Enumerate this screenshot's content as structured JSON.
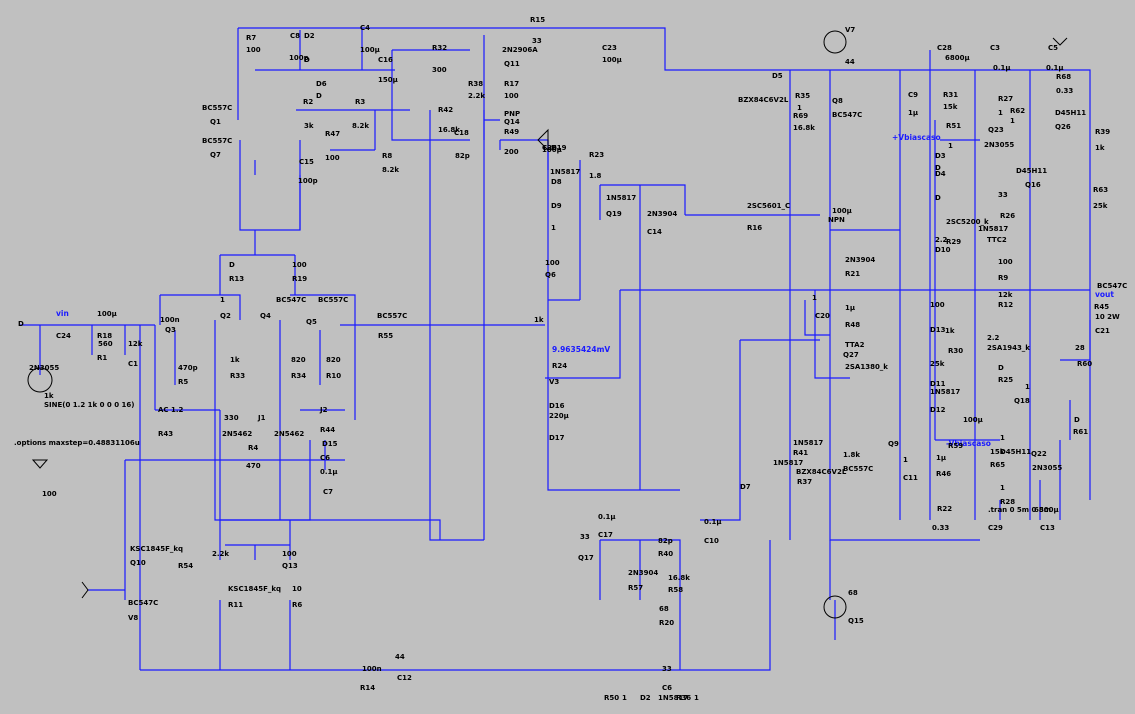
{
  "colors": {
    "background": "#c0c0c0",
    "wire": "#1a1aff",
    "part": "#000000",
    "netlabel": "#1a1aff"
  },
  "labels": [
    "R7",
    "100",
    "C8",
    "100p",
    "D2",
    "D",
    "D6",
    "D",
    "C4",
    "100µ",
    "C16",
    "150µ",
    "R32",
    "300",
    "R15",
    "33",
    "2N2906A",
    "Q11",
    "C23",
    "100µ",
    "V7",
    "44",
    "C28",
    "6800µ",
    "C3",
    "0.1µ",
    "C5",
    "0.1µ",
    "BC557C",
    "Q1",
    "R2",
    "3k",
    "R3",
    "8.2k",
    "R38",
    "2.2k",
    "R17",
    "100",
    "D5",
    "BZX84C6V2L",
    "R35",
    "1",
    "Q8",
    "BC547C",
    "C9",
    "1µ",
    "R31",
    "15k",
    "R27",
    "1",
    "R68",
    "0.33",
    "R62",
    "1",
    "D45H11",
    "Q26",
    "R42",
    "16.8k",
    "C18",
    "82p",
    "PNP",
    "Q14",
    "R49",
    "200",
    "R69",
    "16.8k",
    "+Vbiascaso",
    "R51",
    "1",
    "Q23",
    "2N3055",
    "R39",
    "1k",
    "BC557C",
    "Q7",
    "R47",
    "100",
    "R8",
    "8.2k",
    "C15",
    "100p",
    "D19",
    "1N5817",
    "R23",
    "1.8",
    "D3",
    "D",
    "D4",
    "D",
    "D45H11",
    "Q16",
    "R63",
    "25k",
    "D8",
    "D9",
    "1N5817",
    "Q19",
    "2N3904",
    "C14",
    "100µ",
    "NPN",
    "2SC5601_C",
    "R16",
    "33",
    "R26",
    "1",
    "1N5817",
    "TTC2",
    "2SC5200_k",
    "R29",
    "2.2",
    "D10",
    "D",
    "R13",
    "100",
    "R19",
    "100",
    "Q6",
    "2N3904",
    "R21",
    "100",
    "R9",
    "1",
    "Q2",
    "BC547C",
    "Q4",
    "BC547C",
    "vout",
    "R45",
    "10 2W",
    "C21",
    "100n",
    "Q3",
    "BC557C",
    "Q5",
    "BC557C",
    "R55",
    "12k",
    "R12",
    "1",
    "C20",
    "1µ",
    "R48",
    "100",
    "D13",
    "D",
    "vin",
    "C24",
    "100µ",
    "R18",
    "560",
    "R1",
    "12k",
    "C1",
    "470p",
    "R5",
    "1k",
    "R33",
    "820",
    "R34",
    "820",
    "R10",
    "1k",
    "9.9635424mV",
    "R24",
    "1k",
    "R30",
    "2.2",
    "2SA1943_k",
    "TTA2",
    "Q27",
    "2SA1380_k",
    "28",
    "R60",
    "25k",
    "D11",
    "D",
    "R25",
    "1",
    "Q18",
    "2N3055",
    "V3",
    "D16",
    "1N5817",
    "D12",
    "D",
    "R61",
    "1k",
    "SINE(0 1.2 1k 0 0 0 16)",
    "AC 1.2",
    "R43",
    "330",
    "2N5462",
    "J1",
    "2N5462",
    "J2",
    "R44",
    "D15",
    "1N5817",
    "R41",
    "1.8k",
    "BC557C",
    "Q9",
    "-Vbiascaso",
    "R59",
    "1",
    "D45H11",
    "Q22",
    "2N3055",
    ".options maxstep=0.48831106u",
    "R4",
    "470",
    "C6",
    "0.1µ",
    "C7",
    "220µ",
    "D17",
    "1N5817",
    "D7",
    "BZX84C6V2L",
    "R37",
    "1",
    "C11",
    "1µ",
    "R46",
    "15k",
    "R65",
    "1",
    "R28",
    "100",
    "R22",
    "0.33",
    ".tran 0 5m 0 5m",
    "C29",
    "6800µ",
    "C13",
    "0.1µ",
    "C17",
    "0.1µ",
    "C10",
    "82p",
    "R40",
    "33",
    "Q17",
    "2N3904",
    "R57",
    "16.8k",
    "R58",
    "2.2k",
    "R54",
    "100",
    "Q13",
    "KSC1845F_kq",
    "Q10",
    "KSC1845F_kq",
    "R11",
    "10",
    "R6",
    "68",
    "R20",
    "68",
    "Q15",
    "BC547C",
    "V8",
    "44",
    "C12",
    "100n",
    "R14",
    "33",
    "C6",
    "100µ",
    "C26",
    "100µ",
    "R50",
    "1",
    "D2",
    "1N5817",
    "R36",
    "1"
  ]
}
